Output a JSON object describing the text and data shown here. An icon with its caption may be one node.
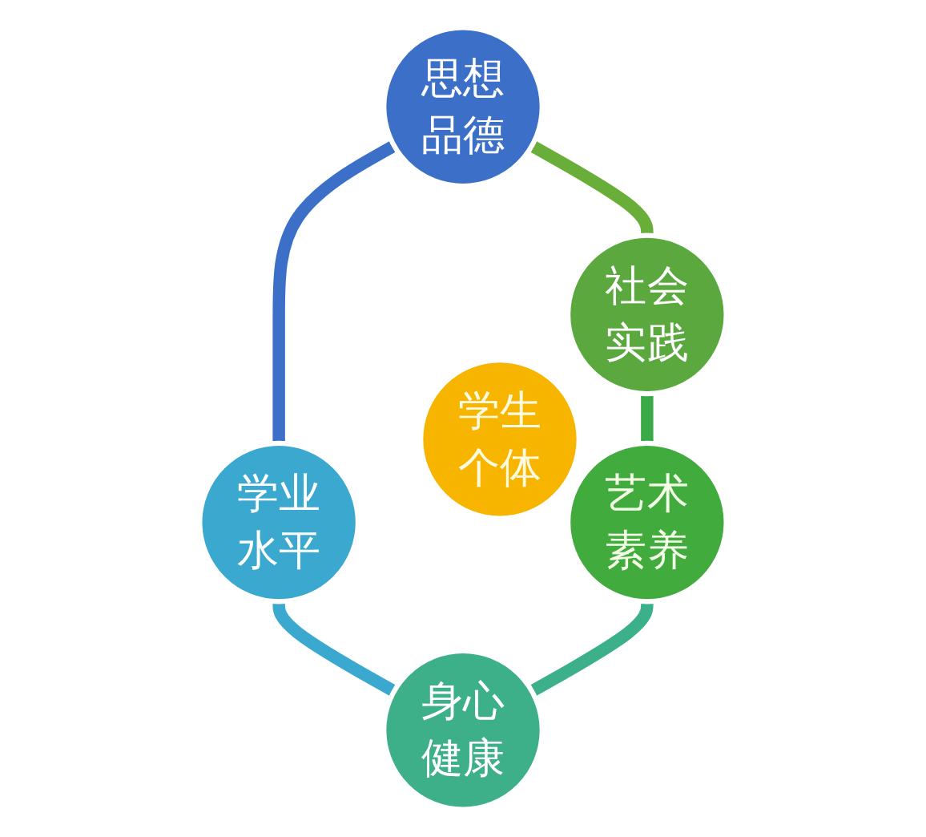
{
  "diagram": {
    "nodes": [
      {
        "text": [
          "思想品德"
        ]
      },
      {
        "text": [
          "学业水平"
        ]
      },
      {
        "text": [
          "身心健康"
        ]
      },
      {
        "text": [
          "艺术素养"
        ]
      },
      {
        "text": [
          "社会实践"
        ]
      },
      {
        "text": [
          "学生个体"
        ]
      }
    ],
    "edges": [
      {
        "from": 0,
        "to": 1,
        "arrow": "none",
        "color": "#3b6fc8"
      },
      {
        "from": 1,
        "to": 2,
        "arrow": "none",
        "color": "#3aa8cf"
      },
      {
        "from": 3,
        "to": 2,
        "arrow": "none",
        "color": "#3cb08a"
      },
      {
        "from": 4,
        "to": 3,
        "arrow": "none",
        "color": "#3aaa48"
      },
      {
        "from": 0,
        "to": 4,
        "arrow": "none",
        "color": "#6aae3a"
      }
    ]
  }
}
